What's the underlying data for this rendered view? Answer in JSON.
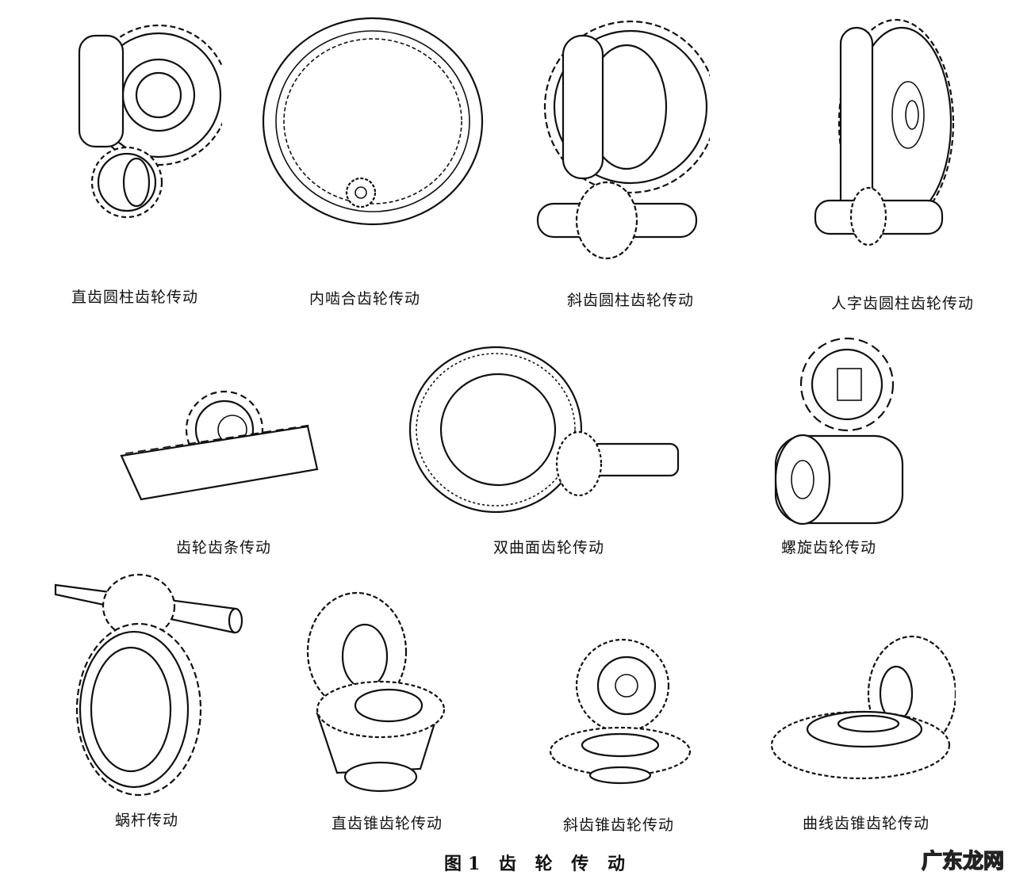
{
  "figure": {
    "caption": "图1   齿 轮 传 动",
    "watermark": "广东龙网",
    "gears": [
      {
        "id": "spur",
        "label": "直齿圆柱齿轮传动"
      },
      {
        "id": "internal",
        "label": "内啮合齿轮传动"
      },
      {
        "id": "helical",
        "label": "斜齿圆柱齿轮传动"
      },
      {
        "id": "herringbone",
        "label": "人字齿圆柱齿轮传动"
      },
      {
        "id": "rack",
        "label": "齿轮齿条传动"
      },
      {
        "id": "hypoid",
        "label": "双曲面齿轮传动"
      },
      {
        "id": "crossed-helical",
        "label": "螺旋齿轮传动"
      },
      {
        "id": "worm",
        "label": "蜗杆传动"
      },
      {
        "id": "straight-bevel",
        "label": "直齿锥齿轮传动"
      },
      {
        "id": "helical-bevel",
        "label": "斜齿锥齿轮传动"
      },
      {
        "id": "spiral-bevel",
        "label": "曲线齿锥齿轮传动"
      }
    ]
  }
}
